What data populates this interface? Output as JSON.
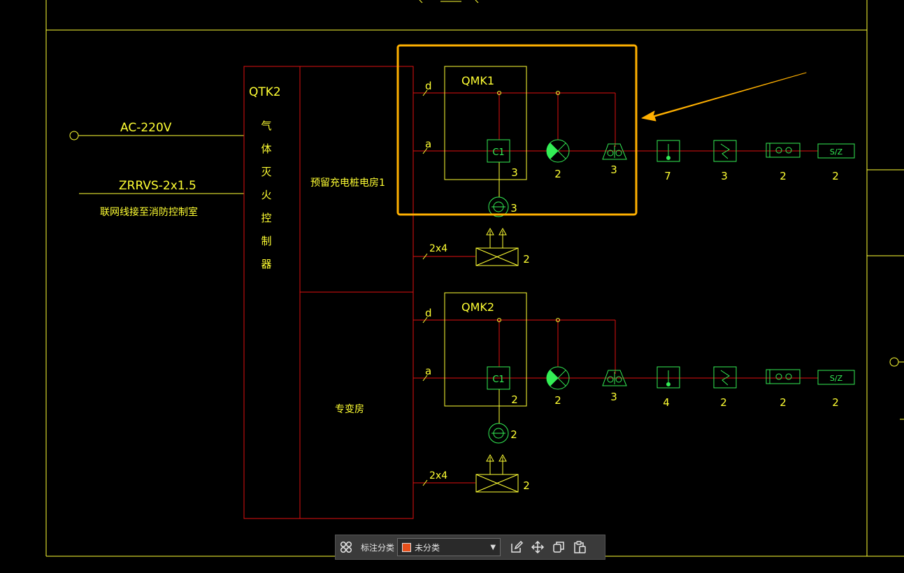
{
  "drawing": {
    "controller_id": "QTK2",
    "controller_chars": [
      "气",
      "体",
      "灭",
      "火",
      "控",
      "制",
      "器"
    ],
    "power_label": "AC-220V",
    "cable_label": "ZRRVS-2x1.5",
    "network_note": "联网线接至消防控制室",
    "room_1": "预留充电桩电房1",
    "room_2": "专变房",
    "module_1": "QMK1",
    "module_2": "QMK2",
    "wire_d": "d",
    "wire_a": "a",
    "wire_2x4": "2x4",
    "c1_label": "C1",
    "sz_label": "S/Z",
    "row_1_counts": {
      "c1": "3",
      "lamp": "2",
      "bell": "3",
      "temp": "7",
      "smoke": "3",
      "button": "2",
      "sz": "2",
      "speaker": "3",
      "valve": "2"
    },
    "row_2_counts": {
      "c1": "2",
      "lamp": "2",
      "bell": "3",
      "temp": "4",
      "smoke": "2",
      "button": "2",
      "sz": "2",
      "speaker": "2",
      "valve": "2"
    },
    "colors": {
      "yellow": "#ffff33",
      "red": "#e01010",
      "green": "#33ee55",
      "highlight": "#ffb000"
    }
  },
  "toolbar": {
    "category_label": "标注分类",
    "category_value": "未分类",
    "category_color": "#e8501c",
    "icons": [
      "grid-icon",
      "edit-icon",
      "move-icon",
      "copy-icon",
      "paste-icon"
    ]
  }
}
